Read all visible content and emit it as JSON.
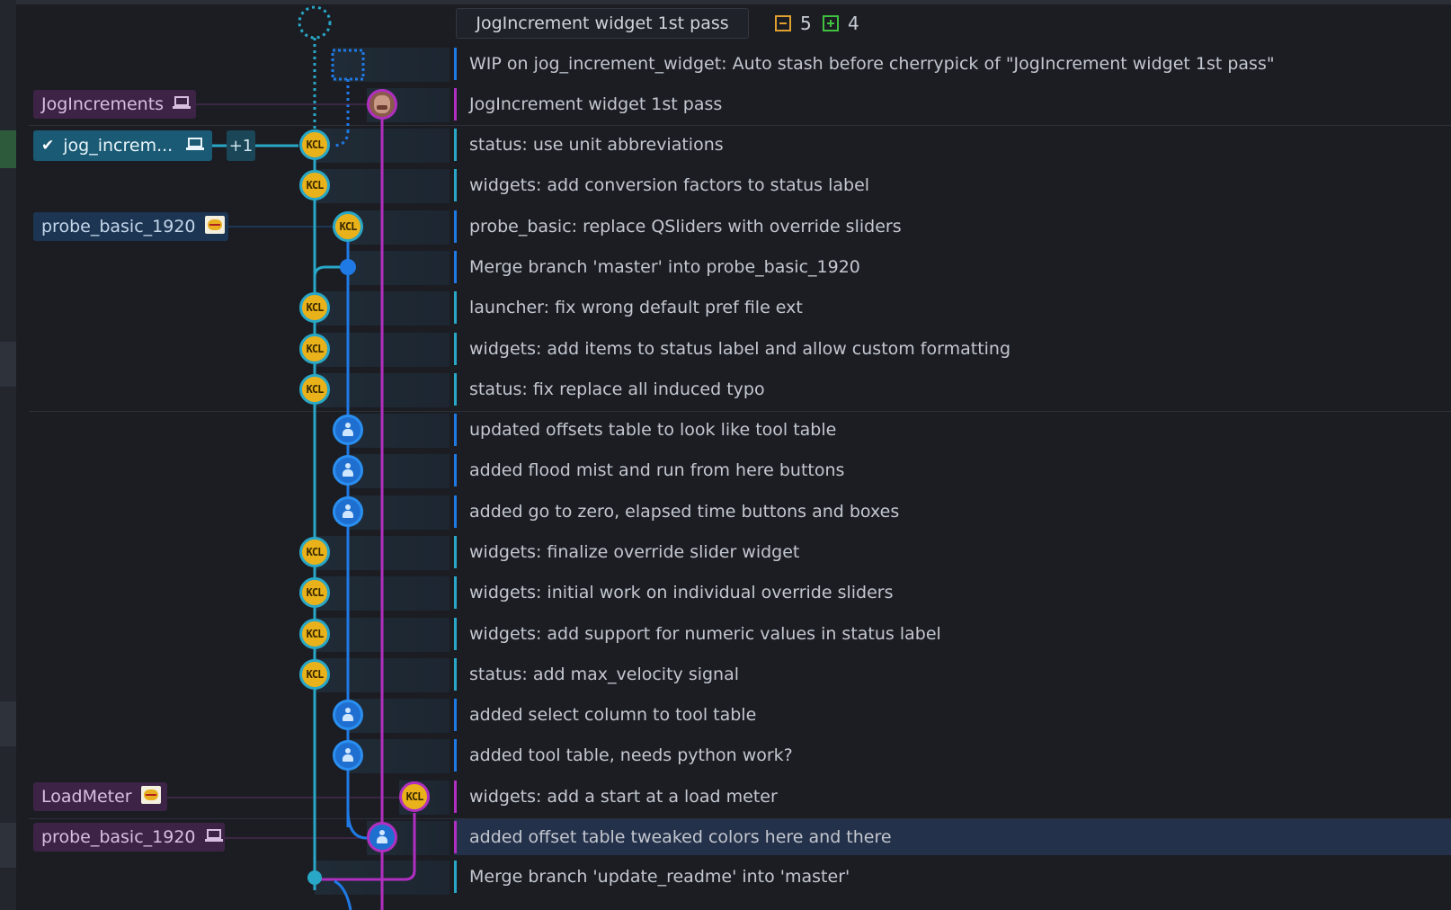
{
  "header": {
    "title": "JogIncrement widget 1st pass",
    "modified_count": "5",
    "added_count": "4"
  },
  "refs": {
    "jogincrements": "JogIncrements",
    "current_branch": "jog_increm...",
    "current_extra": "+1",
    "probe_basic_remote": "probe_basic_1920",
    "loadmeter": "LoadMeter",
    "probe_basic_local": "probe_basic_1920"
  },
  "commits": [
    "WIP on jog_increment_widget: Auto stash before cherrypick of \"JogIncrement widget 1st pass\"",
    "JogIncrement widget 1st pass",
    "status: use unit abbreviations",
    "widgets: add conversion factors to status label",
    "probe_basic: replace QSliders with override sliders",
    "Merge branch 'master' into probe_basic_1920",
    "launcher: fix wrong default pref file ext",
    "widgets: add items to status label and allow custom formatting",
    "status: fix replace all induced typo",
    "updated offsets table to look like tool table",
    "added flood mist and run from here buttons",
    "added go to zero, elapsed time buttons and boxes",
    "widgets: finalize override slider widget",
    "widgets: initial work on individual override sliders",
    "widgets: add support for numeric values in status label",
    "status: add max_velocity signal",
    "added select column to tool table",
    "added tool table, needs python work?",
    "widgets: add a start at a load meter",
    "added offset table tweaked colors here and there",
    "Merge branch 'update_readme' into 'master'"
  ],
  "avatar_texts": {
    "kcl": "KCL"
  },
  "colors": {
    "lane_teal": "#29a7c7",
    "lane_blue": "#1f7ae6",
    "lane_purple": "#b02fc0",
    "selected_row": "#24314a"
  },
  "icons": {
    "laptop": "laptop-icon",
    "remote": "remote-icon",
    "modified": "file-modified-icon",
    "added": "file-added-icon",
    "check": "check-icon"
  }
}
